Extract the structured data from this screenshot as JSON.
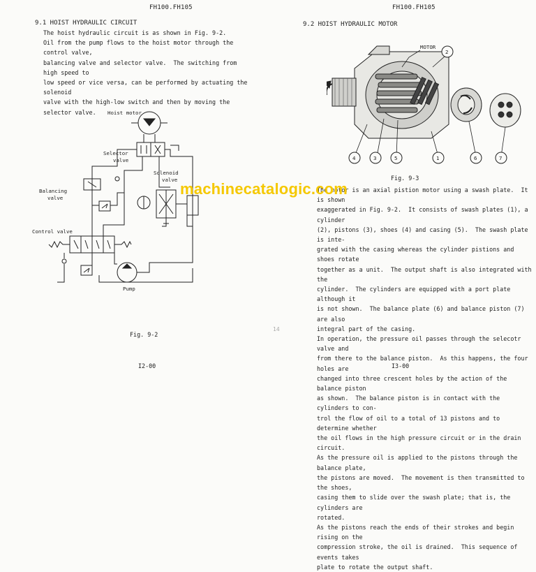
{
  "left_page": {
    "header": "FH100.FH105",
    "section_title": "9.1 HOIST HYDRAULIC CIRCUIT",
    "body": "The hoist hydraulic circuit is as shown in Fig. 9-2.\nOil from the pump flows to the hoist motor through the control valve,\nbalancing valve and selector valve.  The switching from high speed to\nlow speed or vice versa, can be performed by actuating the solenoid\nvalve with the high-low switch and then by moving the selector valve.",
    "diagram_labels": {
      "hoist_motor": "Hoist motor",
      "selector_valve_1": "Selector",
      "selector_valve_2": "valve",
      "solenoid_valve_1": "Solenoid",
      "solenoid_valve_2": "valve",
      "balancing_valve_1": "Balancing",
      "balancing_valve_2": "valve",
      "control_valve": "Control valve",
      "pump": "Pump"
    },
    "figure_caption": "Fig. 9-2",
    "page_number": "I2-00"
  },
  "right_page": {
    "header": "FH100.FH105",
    "section_title": "9.2 HOIST HYDRAULIC MOTOR",
    "diagram_labels": {
      "motor": "MOTOR",
      "callouts": [
        "1",
        "2",
        "3",
        "4",
        "5",
        "6",
        "7"
      ]
    },
    "figure_caption": "Fig. 9-3",
    "body": "The motor is an axial pistion motor using a swash plate.  It is shown\nexaggerated in Fig. 9-2.  It consists of swash plates (1), a cylinder\n(2), pistons (3), shoes (4) and casing (5).  The swash plate is inte-\ngrated with the casing whereas the cylinder pistions and shoes rotate\ntogether as a unit.  The output shaft is also integrated with the\ncylinder.  The cylinders are equipped with a port plate although it\nis not shown.  The balance plate (6) and balance piston (7) are also\nintegral part of the casing.\nIn operation, the pressure oil passes through the selecotr valve and\nfrom there to the balance piston.  As this happens, the four holes are\nchanged into three crescent holes by the action of the balance piston\nas shown.  The balance piston is in contact with the cylinders to con-\ntrol the flow of oil to a total of 13 pistons and to determine whether\nthe oil flows in the high pressure circuit or in the drain circuit.\nAs the pressure oil is applied to the pistons through the balance plate,\nthe pistons are moved.  The movement is then transmitted to the shoes,\ncasing them to slide over the swash plate; that is, the cylinders are\nrotated.\nAs the pistons reach the ends of their strokes and begin rising on the\ncompression stroke, the oil is drained.  This sequence of events takes\nplate to rotate the output shaft.",
    "page_number": "I3-00"
  },
  "watermark": "machinecatalogic.com",
  "pencil_mark": "14"
}
